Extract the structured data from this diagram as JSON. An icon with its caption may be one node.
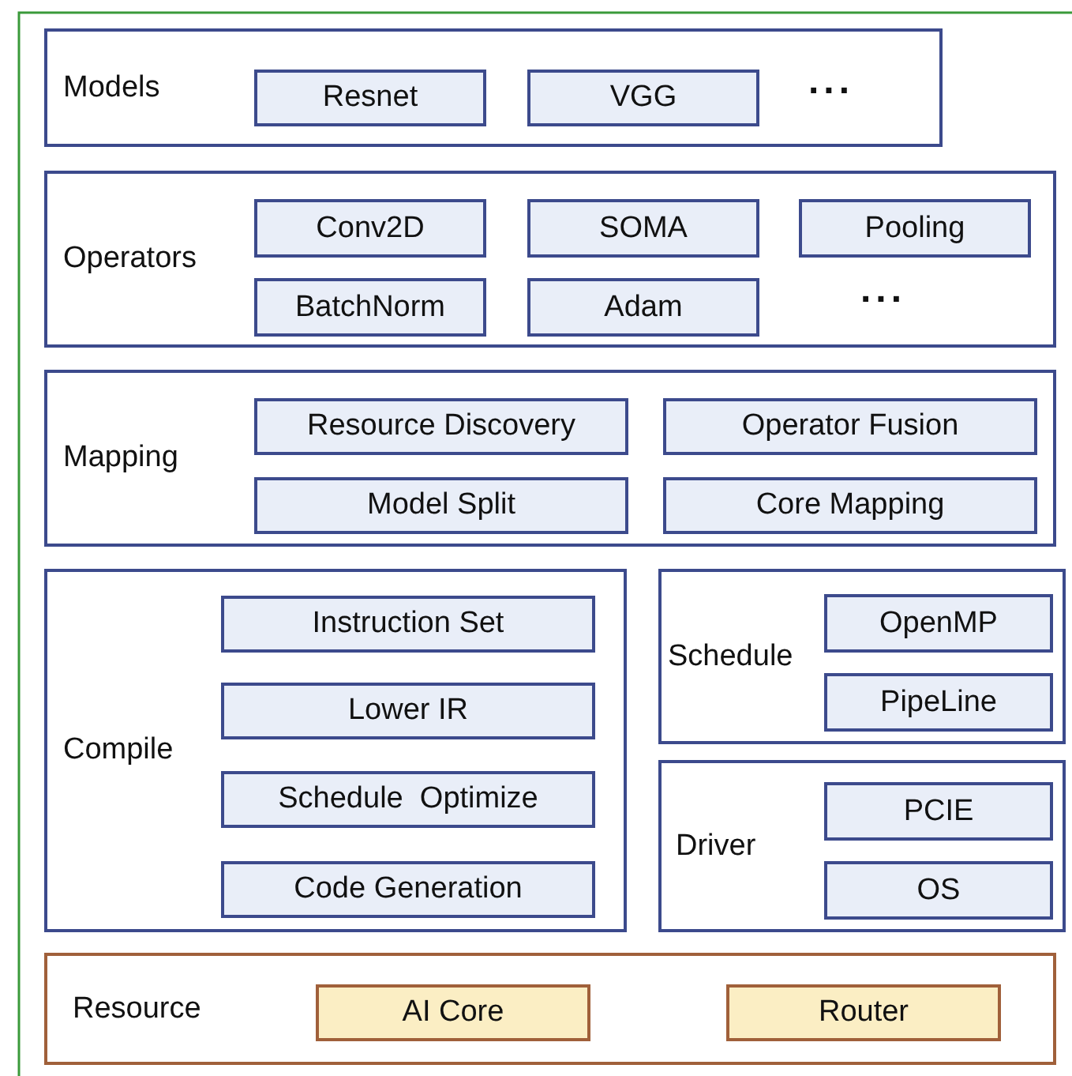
{
  "diagram": {
    "nodes": [
      {
        "text": [
          "Models"
        ]
      },
      {
        "text": [
          "Resnet"
        ],
        "in": 0
      },
      {
        "text": [
          "VGG"
        ],
        "in": 0
      },
      {
        "text": [
          "Operators"
        ]
      },
      {
        "text": [
          "Conv2D"
        ],
        "in": 3
      },
      {
        "text": [
          "SOMA"
        ],
        "in": 3
      },
      {
        "text": [
          "Pooling"
        ],
        "in": 3
      },
      {
        "text": [
          "BatchNorm"
        ],
        "in": 3
      },
      {
        "text": [
          "Adam"
        ],
        "in": 3
      },
      {
        "text": [
          "Mapping"
        ]
      },
      {
        "text": [
          "Resource Discovery"
        ],
        "in": 9
      },
      {
        "text": [
          "Operator Fusion"
        ],
        "in": 9
      },
      {
        "text": [
          "Model Split"
        ],
        "in": 9
      },
      {
        "text": [
          "Core Mapping"
        ],
        "in": 9
      },
      {
        "text": [
          "Compile"
        ]
      },
      {
        "text": [
          "Instruction Set"
        ],
        "in": 14
      },
      {
        "text": [
          "Lower IR"
        ],
        "in": 14
      },
      {
        "text": [
          "Schedule  Optimize"
        ],
        "in": 14
      },
      {
        "text": [
          "Code Generation"
        ],
        "in": 14
      },
      {
        "text": [
          "Schedule"
        ]
      },
      {
        "text": [
          "OpenMP"
        ],
        "in": 19
      },
      {
        "text": [
          "PipeLine"
        ],
        "in": 19
      },
      {
        "text": [
          "Driver"
        ]
      },
      {
        "text": [
          "PCIE"
        ],
        "in": 22
      },
      {
        "text": [
          "OS"
        ],
        "in": 22
      },
      {
        "text": [
          "Resource"
        ]
      },
      {
        "text": [
          "AI Core"
        ],
        "in": 25
      },
      {
        "text": [
          "Router"
        ],
        "in": 25
      }
    ],
    "labels": [
      "...",
      "..."
    ]
  }
}
